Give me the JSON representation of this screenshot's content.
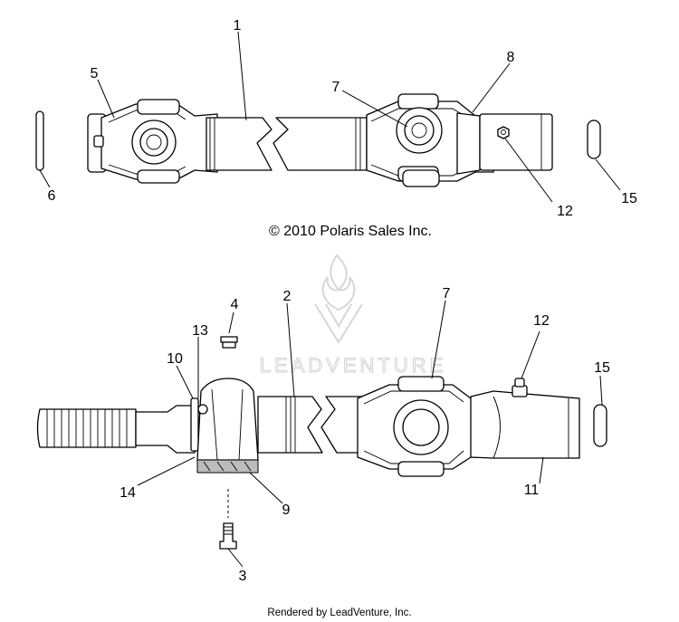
{
  "diagram": {
    "copyright": "© 2010 Polaris Sales Inc.",
    "watermark_brand": "LEADVENTURE",
    "footer": "Rendered by LeadVenture, Inc.",
    "callouts": {
      "c1": "1",
      "c5": "5",
      "c6": "6",
      "c7a": "7",
      "c8": "8",
      "c12a": "12",
      "c15a": "15",
      "c4": "4",
      "c2": "2",
      "c7b": "7",
      "c12b": "12",
      "c13": "13",
      "c10": "10",
      "c15b": "15",
      "c14": "14",
      "c9": "9",
      "c11": "11",
      "c3": "3"
    }
  }
}
